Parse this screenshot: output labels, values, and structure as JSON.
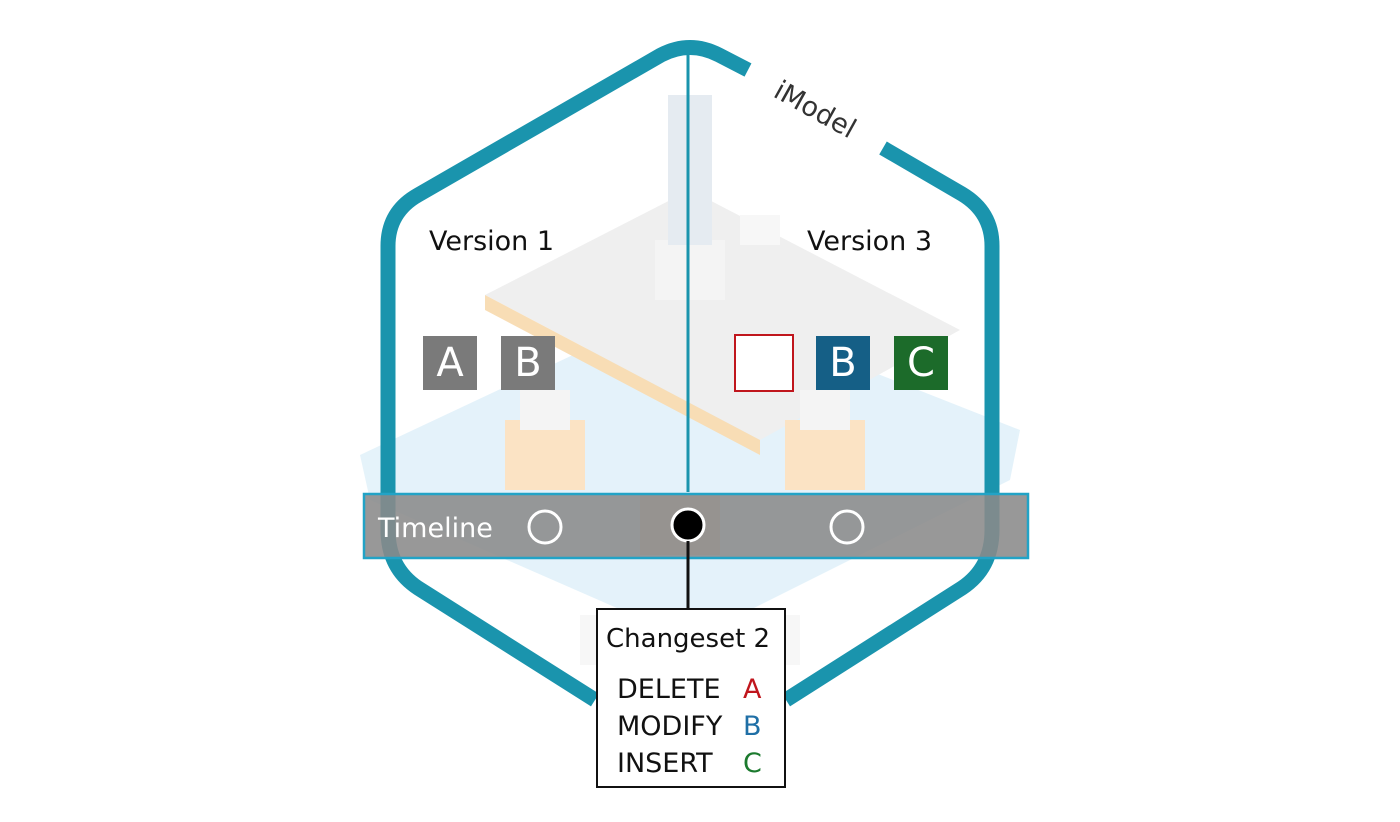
{
  "hexagon_label": "iModel",
  "versions": [
    {
      "label": "Version 1"
    },
    {
      "label": "Version 3"
    }
  ],
  "version1_elements": [
    {
      "letter": "A",
      "color": "#7a7a7a"
    },
    {
      "letter": "B",
      "color": "#7a7a7a"
    }
  ],
  "version3_elements": [
    {
      "letter": "",
      "state": "deleted",
      "border_color": "#c0161d"
    },
    {
      "letter": "B",
      "color": "#155f86"
    },
    {
      "letter": "C",
      "color": "#1c6b2a"
    }
  ],
  "timeline": {
    "label": "Timeline",
    "points": [
      "hollow",
      "filled",
      "hollow"
    ]
  },
  "changeset": {
    "title": "Changeset 2",
    "operations": [
      {
        "op": "DELETE",
        "target": "A",
        "color": "#c0161d"
      },
      {
        "op": "MODIFY",
        "target": "B",
        "color": "#1f6fa6"
      },
      {
        "op": "INSERT",
        "target": "C",
        "color": "#1c7a2e"
      }
    ]
  },
  "colors": {
    "hexagon_stroke": "#1a94ad",
    "timeline_fill": "#8a8a8a",
    "timeline_border": "#22a3c6"
  }
}
